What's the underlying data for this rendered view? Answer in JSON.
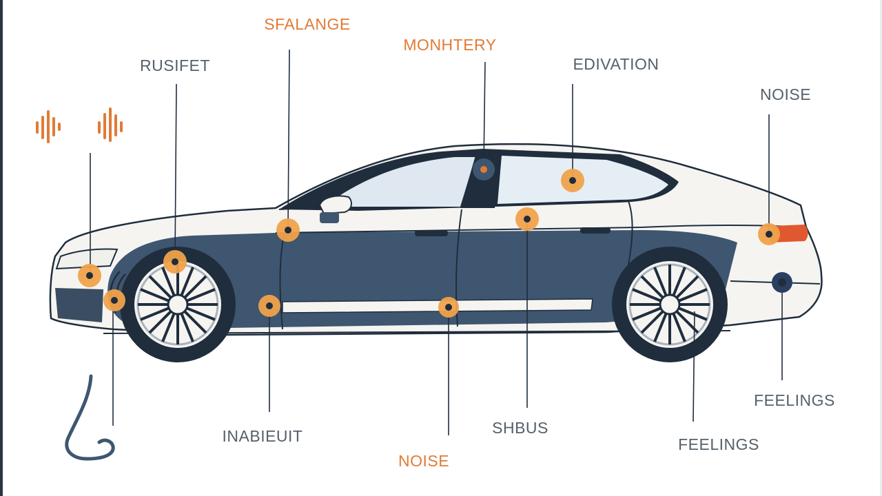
{
  "diagram": {
    "labels": {
      "top_1": "RUSIFET",
      "top_2": "SFALANGE",
      "top_3": "MONHTERY",
      "top_4": "EDIVATION",
      "top_5": "NOISE",
      "bottom_1": "INABIEUIT",
      "bottom_2": "NOISE",
      "bottom_3": "SHBUS",
      "bottom_4": "FEELINGS",
      "bottom_5": "FEELINGS"
    },
    "colors": {
      "accent_orange": "#e07b36",
      "body_blue": "#3f5670",
      "body_white": "#f5f4f1",
      "glass": "#dfe8f1",
      "outline": "#1f2d3d",
      "label_gray": "#55606b"
    },
    "icons": [
      "sound-wave-icon",
      "sound-wave-icon",
      "nose-icon",
      "car-illustration"
    ]
  }
}
